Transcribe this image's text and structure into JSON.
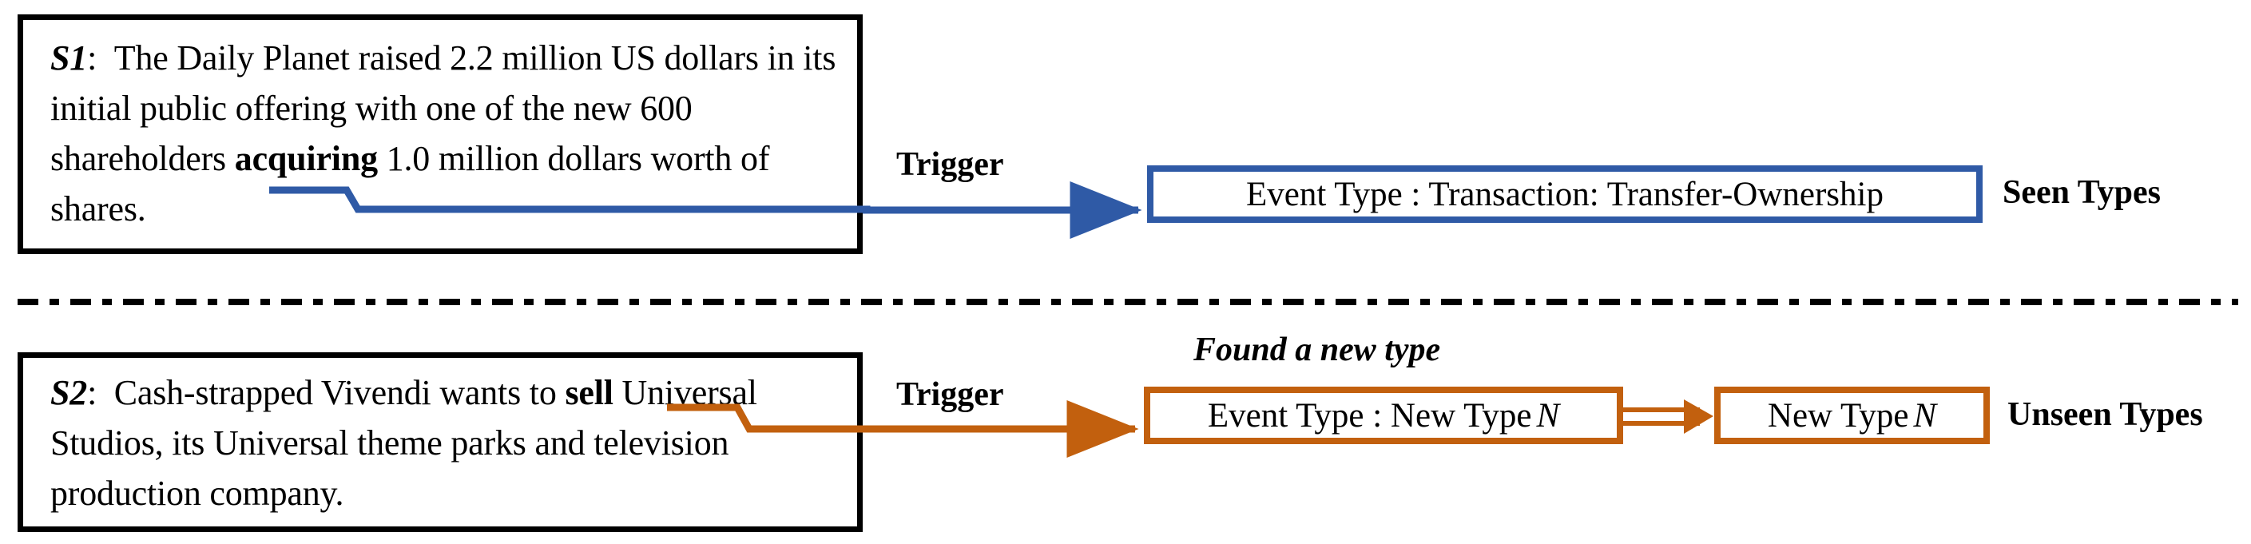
{
  "figure": {
    "colors": {
      "seen_accent": "#2f5aa6",
      "unseen_accent": "#c2600e",
      "text": "#000000",
      "background": "#ffffff"
    },
    "divider_style": "dash-dot"
  },
  "seen_row": {
    "sentence": {
      "label": "S1",
      "colon": ":",
      "part1": "The Daily Planet raised 2.2 million US dollars in its initial public offering with one of the new 600 shareholders ",
      "trigger": "acquiring",
      "part2": " 1.0 million dollars worth of shares."
    },
    "trigger_label": "Trigger",
    "type_box": "Event Type : Transaction: Transfer-Ownership",
    "row_label": "Seen Types"
  },
  "unseen_row": {
    "sentence": {
      "label": "S2",
      "colon": ":",
      "part1": "Cash-strapped Vivendi wants to ",
      "trigger": "sell",
      "part2": " Universal Studios, its Universal theme parks and television production company."
    },
    "trigger_label": "Trigger",
    "found_label": "Found a new type",
    "type_box_prefix": "Event Type : New Type",
    "type_box_symbol": "N",
    "new_type_prefix": "New Type",
    "new_type_symbol": "N",
    "row_label": "Unseen Types"
  }
}
